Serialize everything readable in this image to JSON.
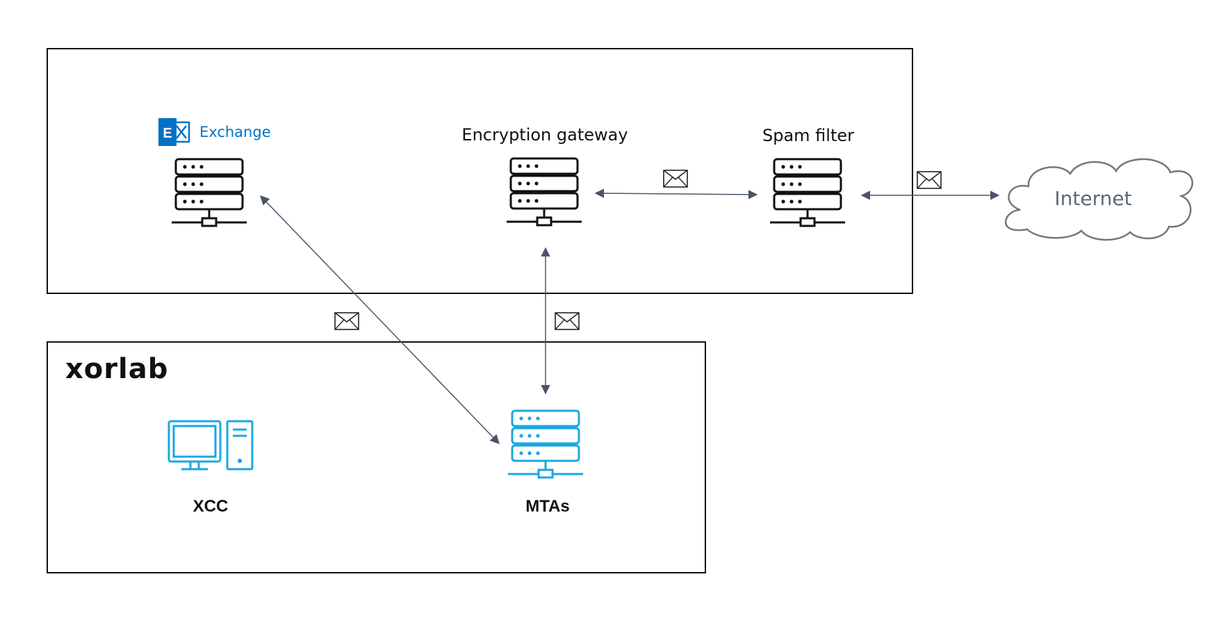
{
  "colors": {
    "dark": "#111111",
    "accent": "#1aa7e0",
    "arrow": "#4a5568",
    "exchange_blue": "#0072c6",
    "cloud_stroke": "#777777",
    "internet_text": "#5a6b7b"
  },
  "top_box": {
    "exchange": {
      "logo_letter": "E",
      "logo_text": "Exchange",
      "icon": "server-icon"
    },
    "encryption_gateway": {
      "label": "Encryption gateway",
      "icon": "server-icon"
    },
    "spam_filter": {
      "label": "Spam filter",
      "icon": "server-icon"
    }
  },
  "internet": {
    "label": "Internet",
    "icon": "cloud-icon"
  },
  "bottom_box": {
    "logo": "xorlab",
    "xcc": {
      "label": "XCC",
      "icon": "desktop-computer-icon"
    },
    "mtas": {
      "label": "MTAs",
      "icon": "server-icon"
    }
  },
  "connections": [
    {
      "from": "Encryption gateway",
      "to": "Spam filter",
      "icon": "envelope-icon"
    },
    {
      "from": "Spam filter",
      "to": "Internet",
      "icon": "envelope-icon"
    },
    {
      "from": "Exchange",
      "to": "MTAs",
      "icon": "envelope-icon"
    },
    {
      "from": "Encryption gateway",
      "to": "MTAs",
      "icon": "envelope-icon"
    }
  ]
}
